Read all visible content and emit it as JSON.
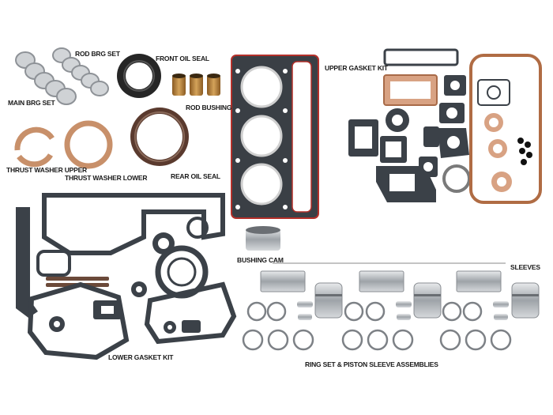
{
  "labels": {
    "rod_brg_set": "ROD BRG SET",
    "front_oil_seal": "FRONT OIL SEAL",
    "upper_gasket_kit": "UPPER GASKET KIT",
    "main_brg_set": "MAIN BRG SET",
    "rod_bushing": "ROD BUSHING",
    "thrust_washer_upper": "THRUST WASHER UPPER",
    "thrust_washer_lower": "THRUST WASHER LOWER",
    "rear_oil_seal": "REAR OIL SEAL",
    "bushing_cam": "BUSHING CAM",
    "sleeves": "SLEEVES",
    "lower_gasket_kit": "LOWER GASKET KIT",
    "ring_set_piston_sleeve": "RING SET & PISTON SLEEVE ASSEMBLIES"
  },
  "colors": {
    "gasket": "#3b4148",
    "copper": "#c98c64",
    "bearing": "#c9ccd0",
    "bearing_edge": "#9a9ea3",
    "seal": "#2a2a2a",
    "bushing": "#b0803a",
    "head_gasket_red": "#b4302a",
    "ring": "#7d8186",
    "chrome": "#b8bcc1"
  }
}
